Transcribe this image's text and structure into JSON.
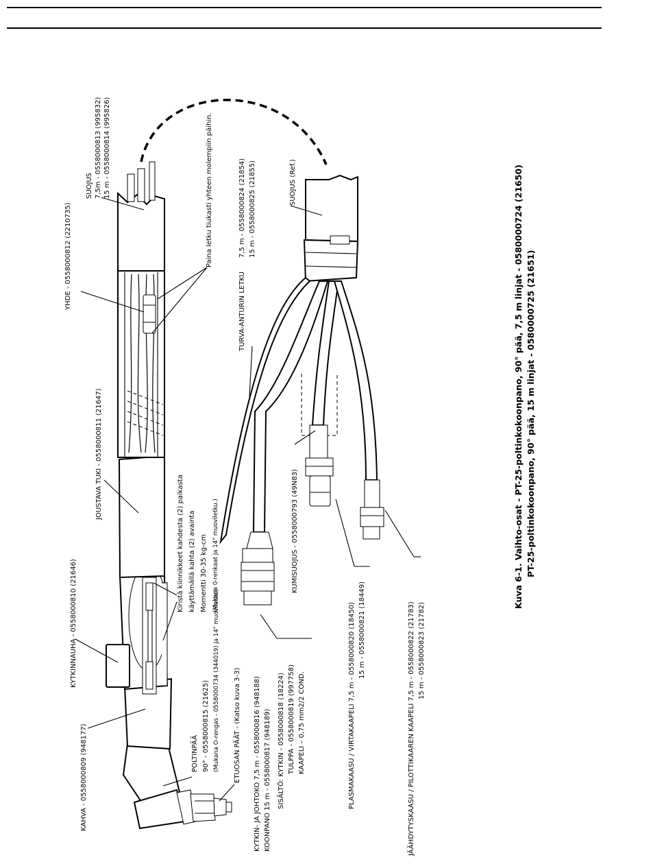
{
  "labels": {
    "suojus_top": "SUOJUS",
    "suojus_top_75": "7,5m - 0558000813 (995832)",
    "suojus_top_15": "15 m - 0558000814 (995826)",
    "paina": "Paina letku tiukasti yhteen molempiin päihin.",
    "yhde": "YHDE - 0558000812 (2210735)",
    "joustava": "JOUSTAVA TUKI - 0558000811 (21647)",
    "kiristä_1": "Kiristä kiinnikkeet kahdesta (2) paikasta",
    "kiristä_2": "käyttämällä kahta (2) avainta",
    "kiristä_3": "Momentti 30-35 kg-cm",
    "kiristä_4": "(Mukana 0-renkaat ja 14\" muoviletku.)",
    "kytkinnauha": "KYTKINNAUHA - 0558000810 (21646)",
    "kahva": "KAHVA - 0558000809 (948177)",
    "poltinpaa_1": "POLTINPÄÄ",
    "poltinpaa_2": "90° - 0558000815 (21625)",
    "poltinpaa_3": "(Mukana O-rengas - 0558000734 (344019) ja 14\" muoviletku)",
    "etuosan": "ETUOSAN PÄÄT - (Katso kuva 3-3)",
    "kytkin_1": "KYTKIN- JA JOHTOKO   7,5 m - 0558000816 (948188)",
    "kytkin_2": "KOONPANO                15 m - 0558000817 (948189)",
    "sisalto_1": "SISÄLTÖ:   KYTKIN - 0558000818 (18224)",
    "sisalto_2": "TULPPA - 0558000819 (997758)",
    "sisalto_3": "KAAPELI – 0,75 mm2/2 COND.",
    "turva_1": "TURVA-ANTURIN LETKU",
    "turva_2": "7,5 m - 0558000824 (21854)",
    "turva_3": "15 m - 0558000825 (21855)",
    "suojus_ref": "SUOJUS (Ref.)",
    "kumisuojus": "KUMISUOJUS - 0558000793 (49N83)",
    "plasma_1": "PLASMAKAASU / VIRTAKAAPELI   7,5 m - 0558000820 (18450)",
    "plasma_2": "15 m - 0558000821 (18449)",
    "jaahd_1": "JÄÄHDYTYSKAASU / PILOTTIKAAREN KAAPELI   7,5 m - 0558000822 (21783)",
    "jaahd_2": "15 m - 0558000823 (21782)"
  },
  "caption": {
    "line1": "Kuva 6-1. Vaihto-osat - PT-25-poltinkokoonpano, 90° pää, 7,5 m linjat - 0580000724 (21650)",
    "line2": "PT-25-poltinkokoonpano, 90° pää, 15 m linjat - 0580000725 (21651)"
  }
}
